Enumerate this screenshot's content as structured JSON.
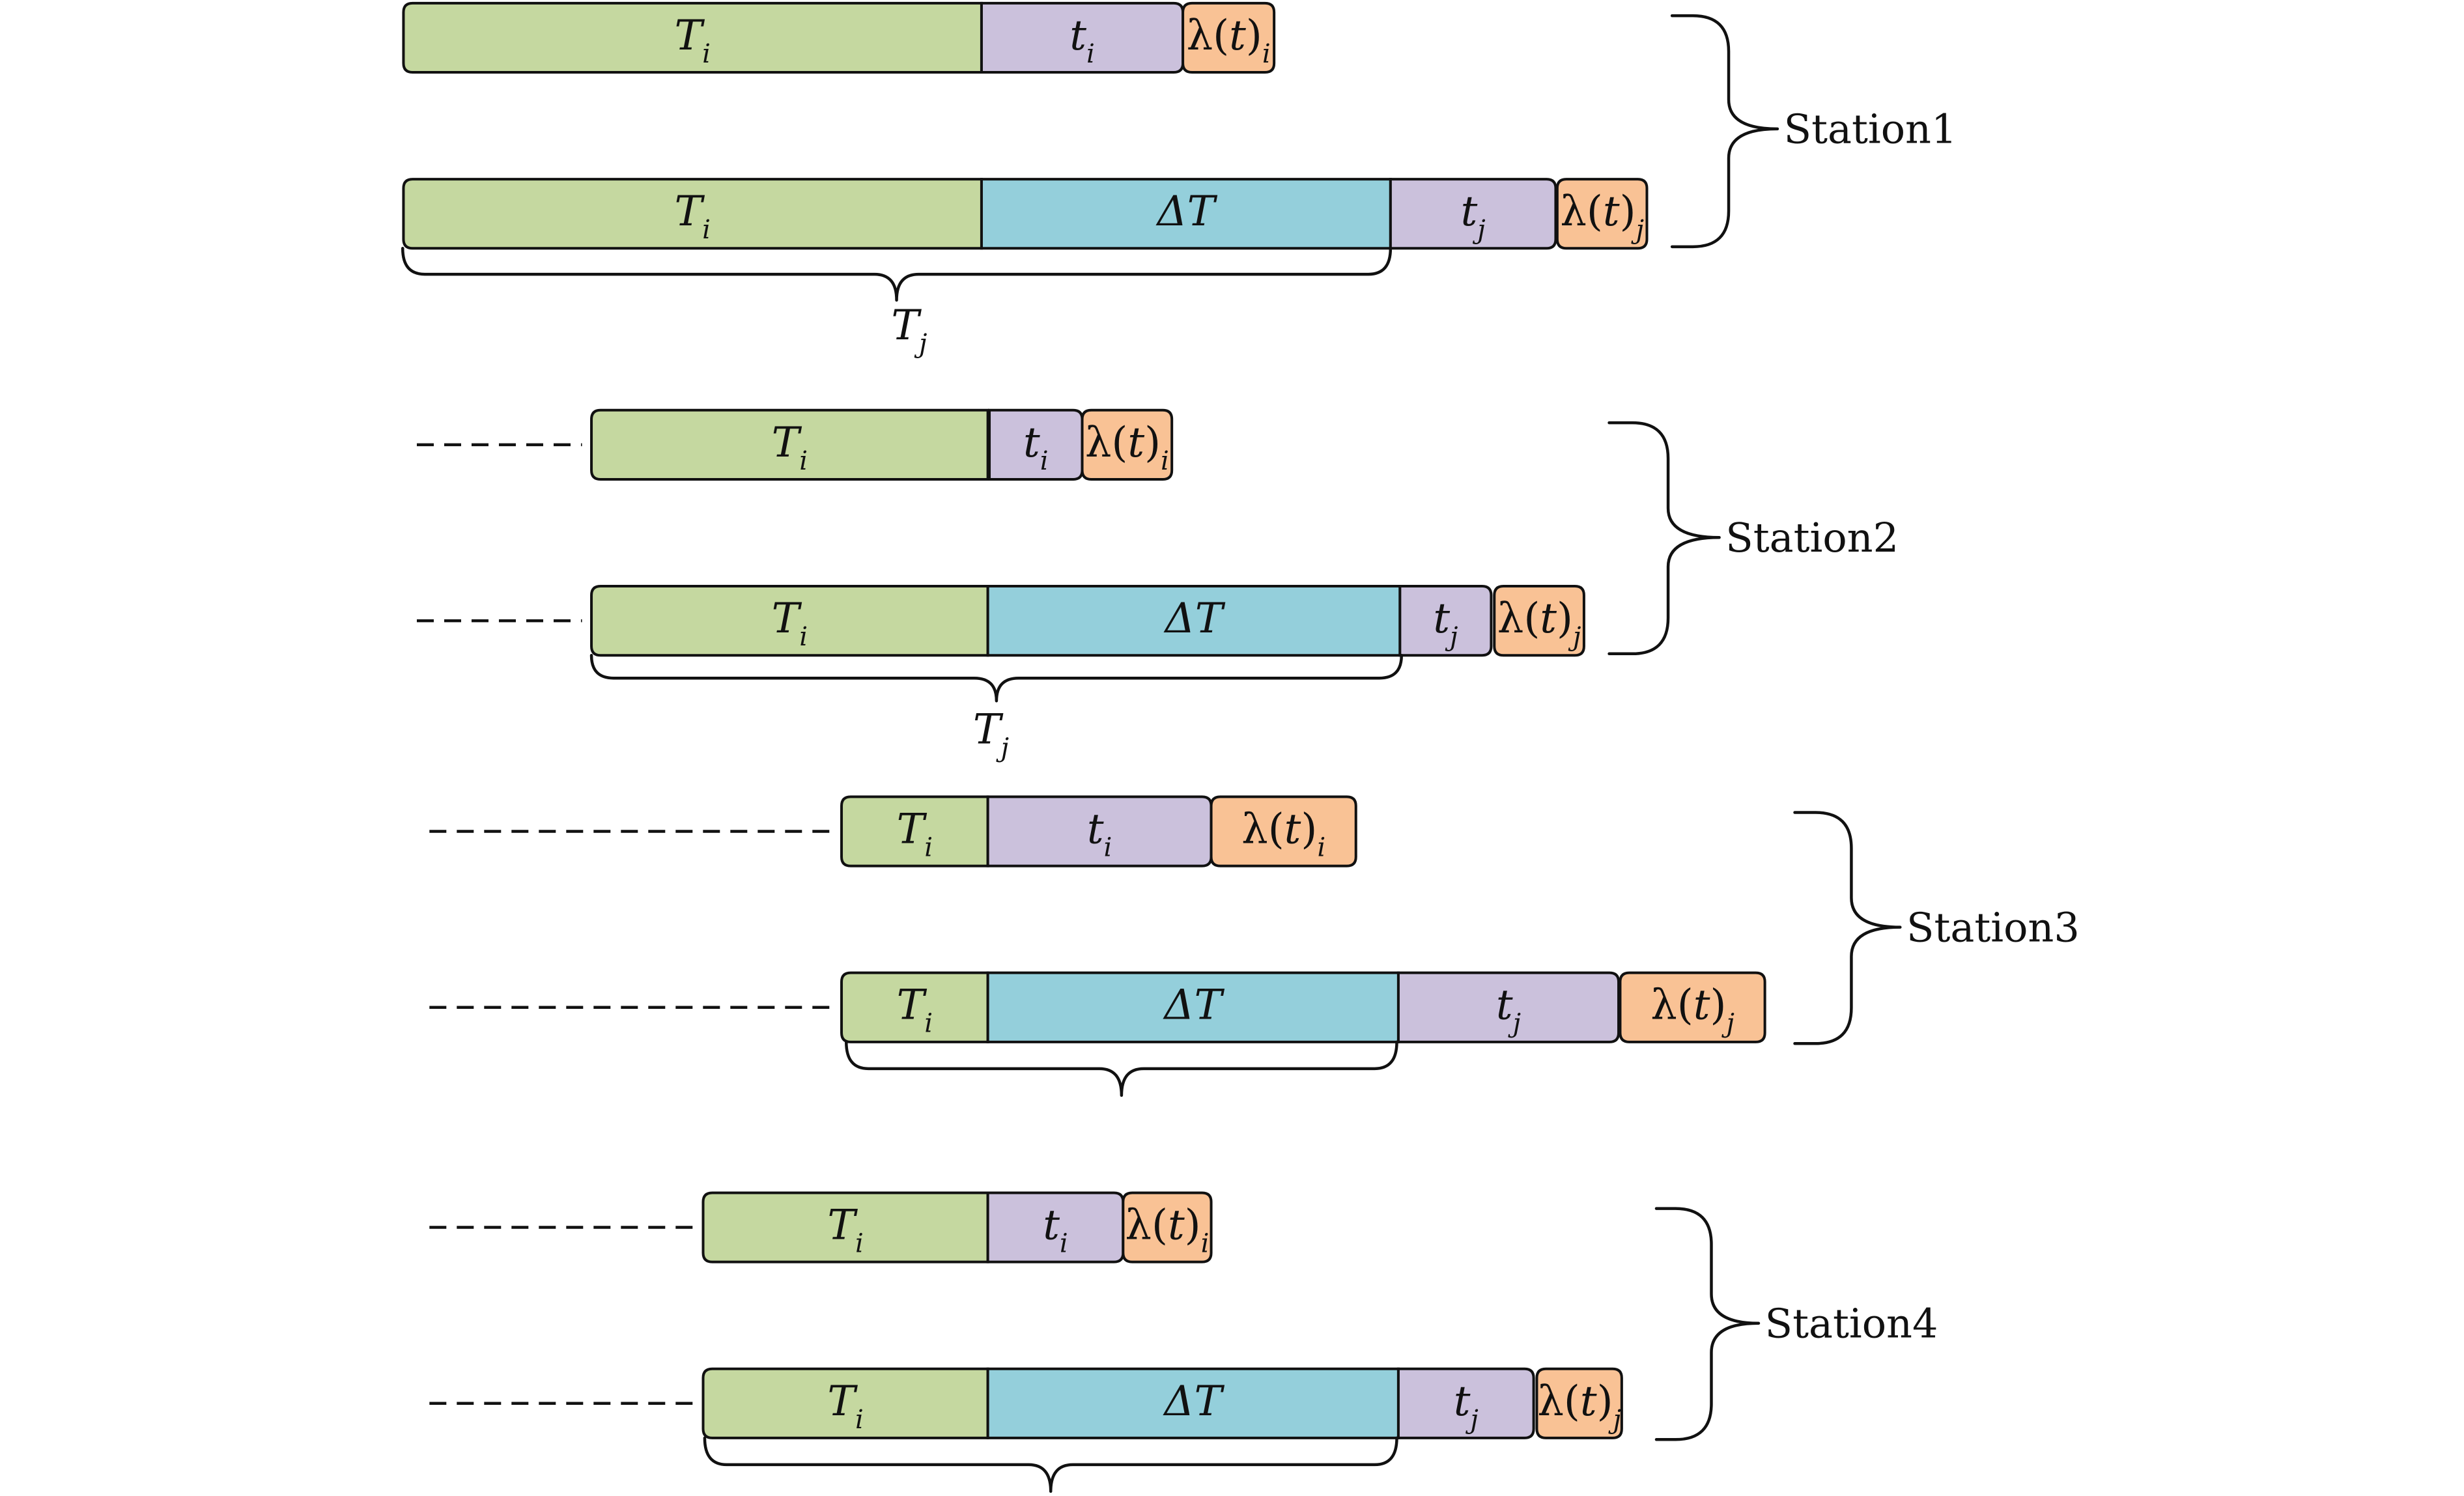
{
  "colors": {
    "T": "#c5d8a0",
    "dT": "#94cfdb",
    "t": "#cbc1dc",
    "lambda": "#f9c295",
    "stroke": "#111111"
  },
  "labels": {
    "T_base": "T",
    "dT": "ΔT",
    "t_base": "t",
    "lambda_base": "λ(t)",
    "sub_i": "i",
    "sub_j": "j"
  },
  "stations": [
    {
      "name": "Station1",
      "dashed_lead": false,
      "rows": [
        {
          "segments": [
            "T_i",
            "t_i",
            "lambda_i"
          ]
        },
        {
          "segments": [
            "T_i",
            "dT",
            "t_j",
            "lambda_j"
          ],
          "brace_label": "Tj"
        }
      ]
    },
    {
      "name": "Station2",
      "dashed_lead": true,
      "rows": [
        {
          "segments": [
            "T_i",
            "t_i",
            "lambda_i"
          ]
        },
        {
          "segments": [
            "T_i",
            "dT",
            "t_j",
            "lambda_j"
          ],
          "brace_label": "Tj"
        }
      ]
    },
    {
      "name": "Station3",
      "dashed_lead": true,
      "rows": [
        {
          "segments": [
            "T_i",
            "t_i",
            "lambda_i"
          ]
        },
        {
          "segments": [
            "T_i",
            "dT",
            "t_j",
            "lambda_j"
          ],
          "brace_label": ""
        }
      ]
    },
    {
      "name": "Station4",
      "dashed_lead": true,
      "rows": [
        {
          "segments": [
            "T_i",
            "t_i",
            "lambda_i"
          ]
        },
        {
          "segments": [
            "T_i",
            "dT",
            "t_j",
            "lambda_j"
          ],
          "brace_label": ""
        }
      ]
    }
  ]
}
